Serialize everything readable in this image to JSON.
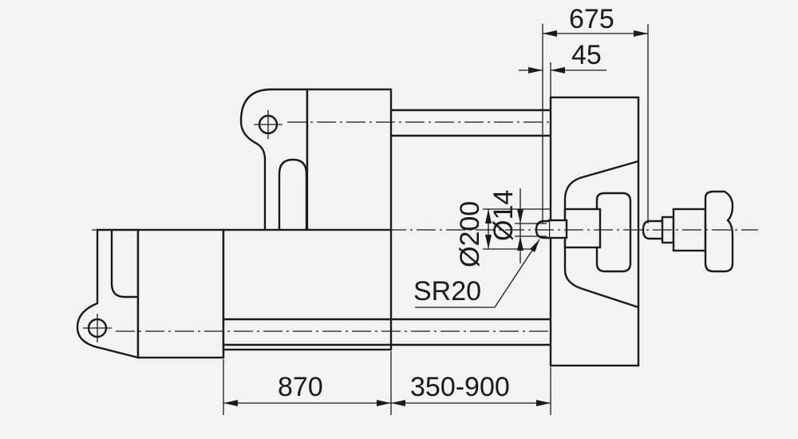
{
  "dimensions": {
    "overall_stroke": "675",
    "nozzle_protrusion": "45",
    "diameter_large": "Ø200",
    "diameter_small": "Ø14",
    "sphere_radius": "SR20",
    "clamp_length": "870",
    "opening_range": "350-900"
  },
  "colors": {
    "background": "#f3f3f3",
    "line": "#1a1a1a"
  }
}
